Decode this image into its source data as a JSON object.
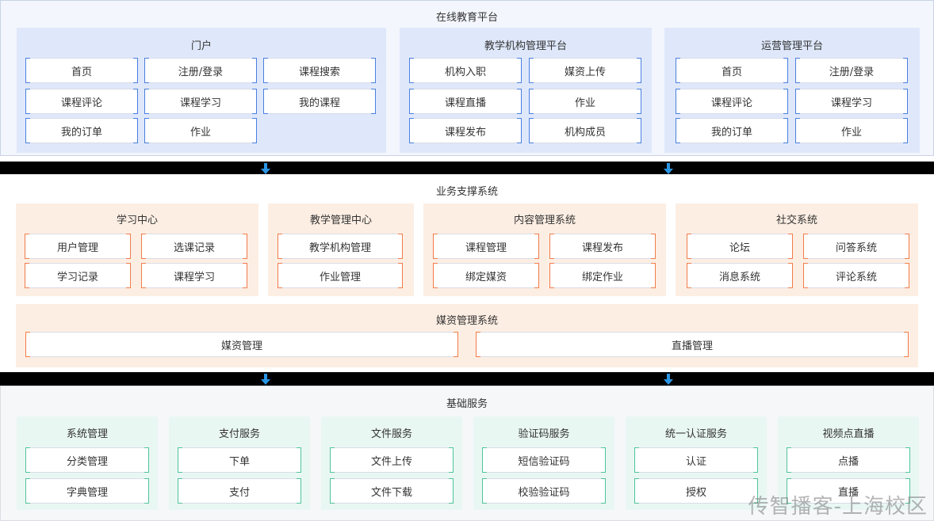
{
  "colors": {
    "top_bg": "#f3f6fd",
    "top_panel": "#dfe8fb",
    "mid_bg": "#ffffff",
    "mid_panel": "#fdeee3",
    "bot_bg": "#f5f7f9",
    "bot_panel": "#e9f7f3",
    "arrow": "#2a95e3"
  },
  "top": {
    "title": "在线教育平台",
    "portal": {
      "title": "门户",
      "items": [
        "首页",
        "注册/登录",
        "课程搜索",
        "课程评论",
        "课程学习",
        "我的课程",
        "我的订单",
        "作业"
      ]
    },
    "institution": {
      "title": "教学机构管理平台",
      "items": [
        "机构入职",
        "媒资上传",
        "课程直播",
        "作业",
        "课程发布",
        "机构成员"
      ]
    },
    "operations": {
      "title": "运营管理平台",
      "items": [
        "首页",
        "注册/登录",
        "课程评论",
        "课程学习",
        "我的订单",
        "作业"
      ]
    }
  },
  "middle": {
    "title": "业务支撑系统",
    "learning": {
      "title": "学习中心",
      "items": [
        "用户管理",
        "选课记录",
        "学习记录",
        "课程学习"
      ]
    },
    "teaching": {
      "title": "教学管理中心",
      "items": [
        "教学机构管理",
        "作业管理"
      ]
    },
    "content": {
      "title": "内容管理系统",
      "items": [
        "课程管理",
        "课程发布",
        "绑定媒资",
        "绑定作业"
      ]
    },
    "social": {
      "title": "社交系统",
      "items": [
        "论坛",
        "问答系统",
        "消息系统",
        "评论系统"
      ]
    },
    "media": {
      "title": "媒资管理系统",
      "items": [
        "媒资管理",
        "直播管理"
      ]
    }
  },
  "bottom": {
    "title": "基础服务",
    "panels": [
      {
        "title": "系统管理",
        "items": [
          "分类管理",
          "字典管理"
        ]
      },
      {
        "title": "支付服务",
        "items": [
          "下单",
          "支付"
        ]
      },
      {
        "title": "文件服务",
        "items": [
          "文件上传",
          "文件下载"
        ]
      },
      {
        "title": "验证码服务",
        "items": [
          "短信验证码",
          "校验验证码"
        ]
      },
      {
        "title": "统一认证服务",
        "items": [
          "认证",
          "授权"
        ]
      },
      {
        "title": "视频点直播",
        "items": [
          "点播",
          "直播"
        ]
      }
    ]
  },
  "watermark": "传智播客-上海校区"
}
